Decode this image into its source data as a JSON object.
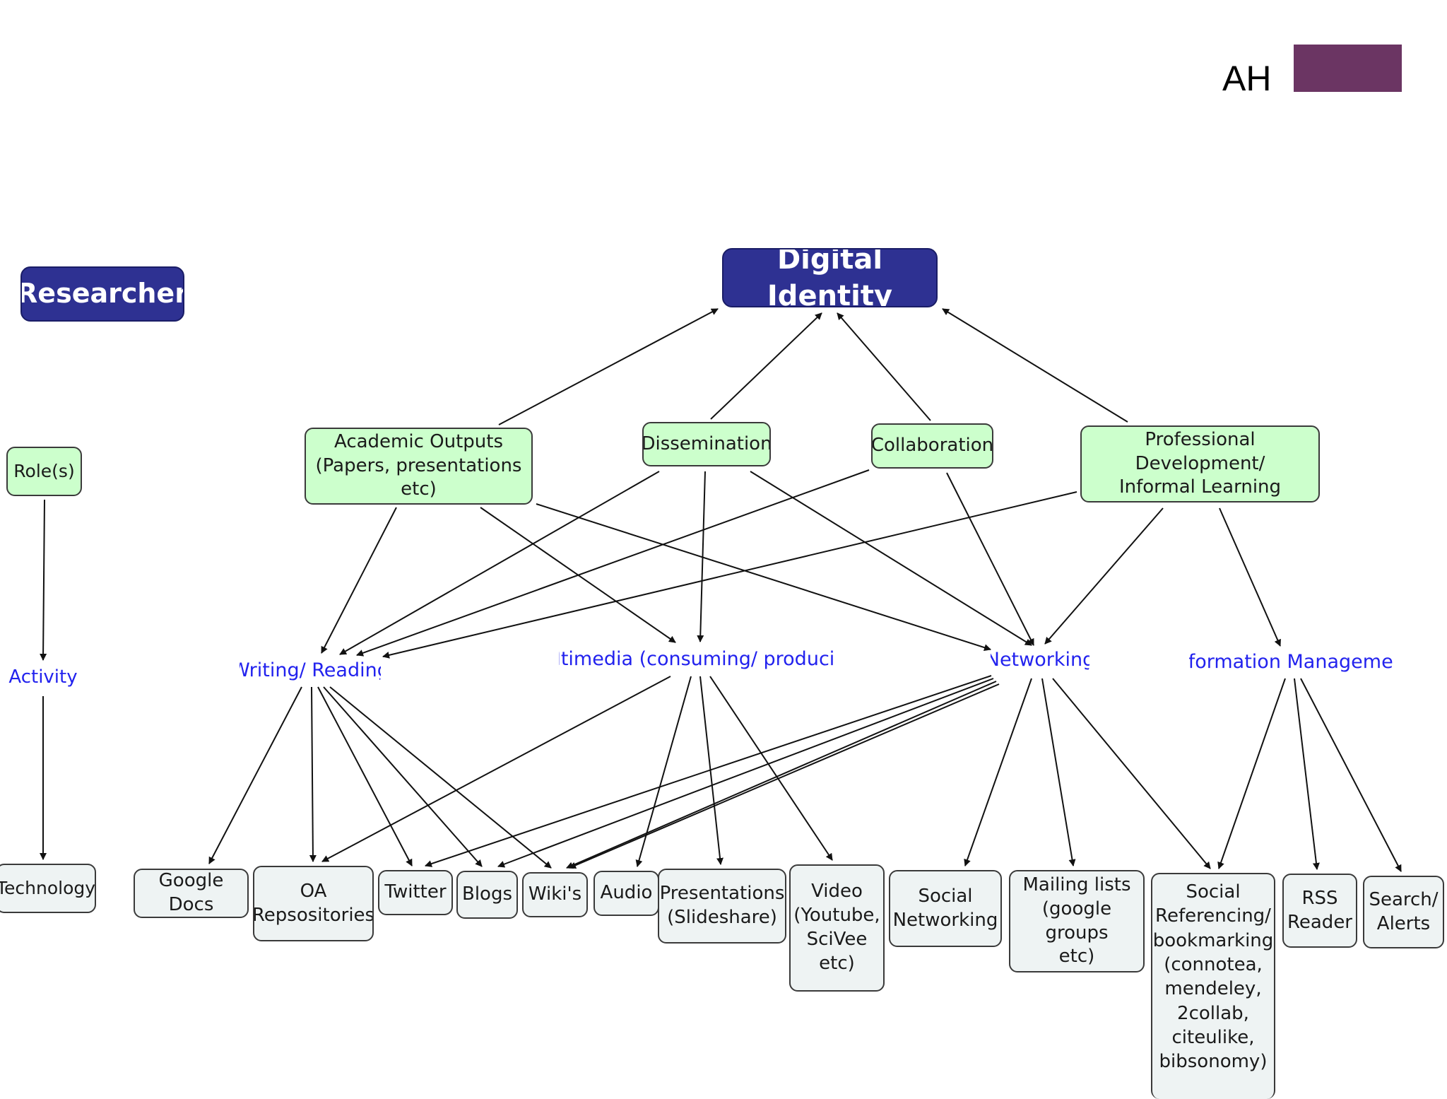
{
  "header": {
    "initials": "AH",
    "accent_color": "#6b3563"
  },
  "colors": {
    "title_fill": "#2e3192",
    "concept_fill": "#ccffcc",
    "leaf_fill": "#eef3f3",
    "link_label_color": "#2222ee"
  },
  "legend": {
    "researcher": "Researcher",
    "roles": "Role(s)",
    "activity": "Activity",
    "technology": "Technology"
  },
  "root": {
    "label": "Digital Identity"
  },
  "roles": {
    "academic_outputs": "Academic Outputs\n(Papers, presentations etc)",
    "dissemination": "Dissemination",
    "collaboration": "Collaboration",
    "professional_development": "Professional Development/\nInformal Learning"
  },
  "activities": {
    "writing_reading": "Writing/ Reading",
    "multimedia": "Multimedia (consuming/ producing)",
    "networking": "Networking",
    "information_management": "Information Management"
  },
  "technologies": {
    "google_docs": "Google Docs",
    "oa_repositories": "OA\nRepsositories",
    "twitter": "Twitter",
    "blogs": "Blogs",
    "wikis": "Wiki's",
    "audio": "Audio",
    "presentations": "Presentations\n(Slideshare)",
    "video": "Video\n(Youtube,\nSciVee\netc)",
    "social_networking": "Social\nNetworking",
    "mailing_lists": "Mailing lists\n(google groups\netc)",
    "social_referencing": "Social\nReferencing/\nbookmarking\n(connotea,\nmendeley,\n2collab,\nciteulike,\nbibsonomy)",
    "rss_reader": "RSS\nReader",
    "search_alerts": "Search/\nAlerts"
  }
}
